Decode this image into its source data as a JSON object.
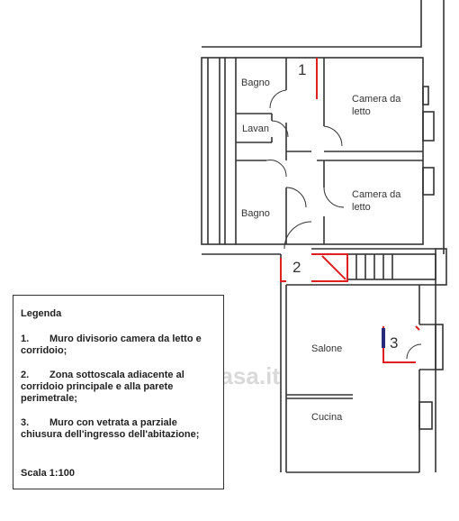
{
  "rooms": {
    "bagno_top": "Bagno",
    "lavan": "Lavan",
    "bagno_bottom": "Bagno",
    "camera_top_l1": "Camera da",
    "camera_top_l2": "letto",
    "camera_bottom_l1": "Camera da",
    "camera_bottom_l2": "letto",
    "salone": "Salone",
    "cucina": "Cucina"
  },
  "markers": {
    "m1": "1",
    "m2": "2",
    "m3": "3"
  },
  "watermark": "casa.it",
  "legend": {
    "title": "Legenda",
    "items": [
      {
        "num": "1.",
        "text": "Muro divisorio camera da letto e corridoio;"
      },
      {
        "num": "2.",
        "text": "Zona sottoscala adiacente al corridoio principale e alla parete perimetrale;"
      },
      {
        "num": "3.",
        "text": "Muro con vetrata a parziale chiusura dell'ingresso dell'abitazione;"
      }
    ],
    "scale": "Scala 1:100"
  },
  "colors": {
    "wall": "#333333",
    "highlight": "#e02020",
    "marker3_fill": "#2a2a7a"
  }
}
